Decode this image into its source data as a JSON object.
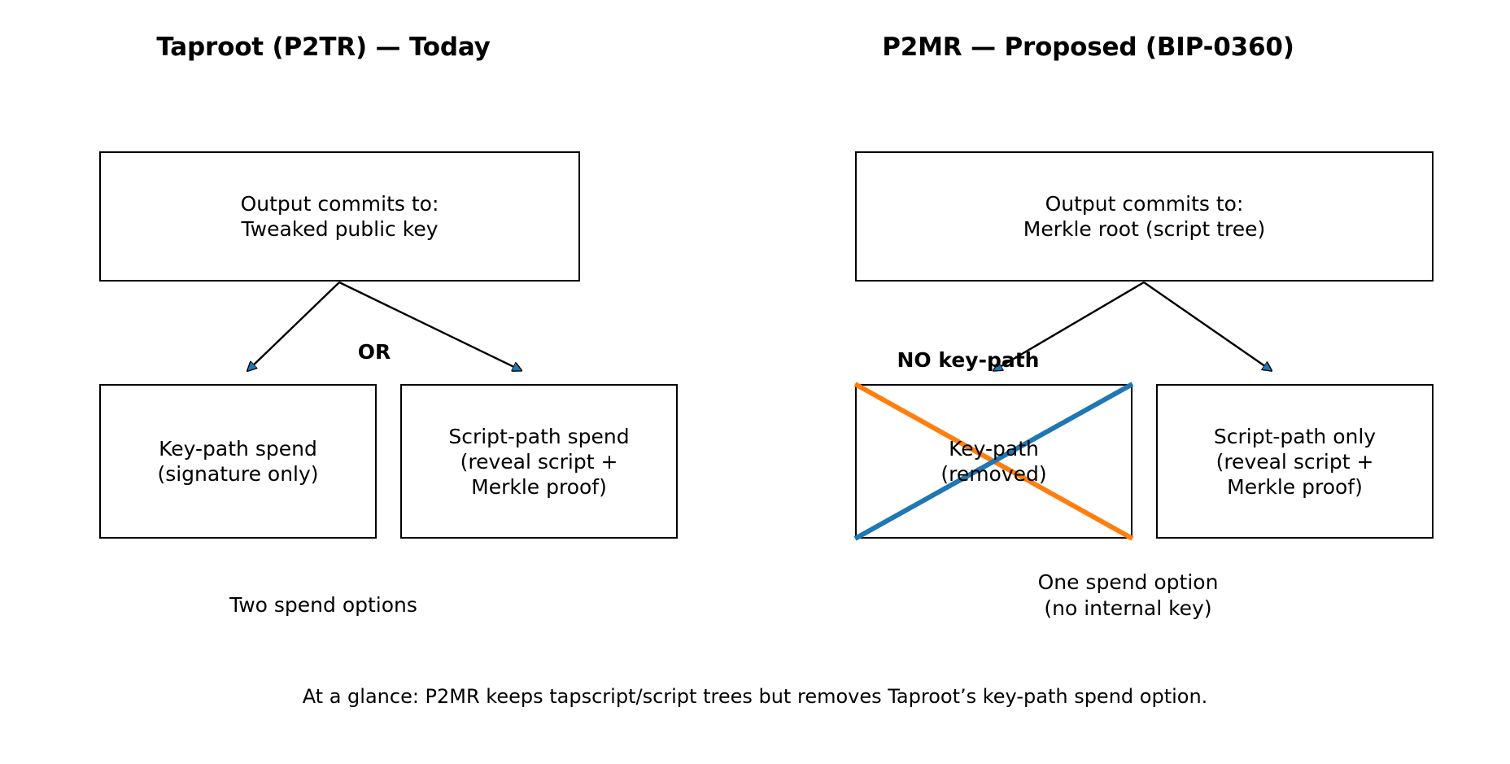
{
  "figure": {
    "background_color": "#ffffff",
    "footnote": "At a glance: P2MR keeps tapscript/script trees but removes Taproot’s key-path spend option."
  },
  "colors": {
    "stroke": "#000000",
    "arrowhead_fill": "#1f77b4",
    "crossout_blue": "#1f77b4",
    "crossout_orange": "#ff7f0e"
  },
  "panels": {
    "left": {
      "title": "Taproot (P2TR) — Today",
      "root_box": "Output commits to:\nTweaked public key",
      "edge_label": "OR",
      "branches": [
        {
          "label": "Key-path spend\n(signature only)",
          "crossed_out": false
        },
        {
          "label": "Script-path spend\n(reveal script +\nMerkle proof)",
          "crossed_out": false
        }
      ],
      "caption": "Two spend options"
    },
    "right": {
      "title": "P2MR — Proposed (BIP-0360)",
      "root_box": "Output commits to:\nMerkle root (script tree)",
      "edge_label": "NO key-path",
      "branches": [
        {
          "label": "Key-path\n(removed)",
          "crossed_out": true
        },
        {
          "label": "Script-path only\n(reveal script +\nMerkle proof)",
          "crossed_out": false
        }
      ],
      "caption": "One spend option\n(no internal key)"
    }
  }
}
